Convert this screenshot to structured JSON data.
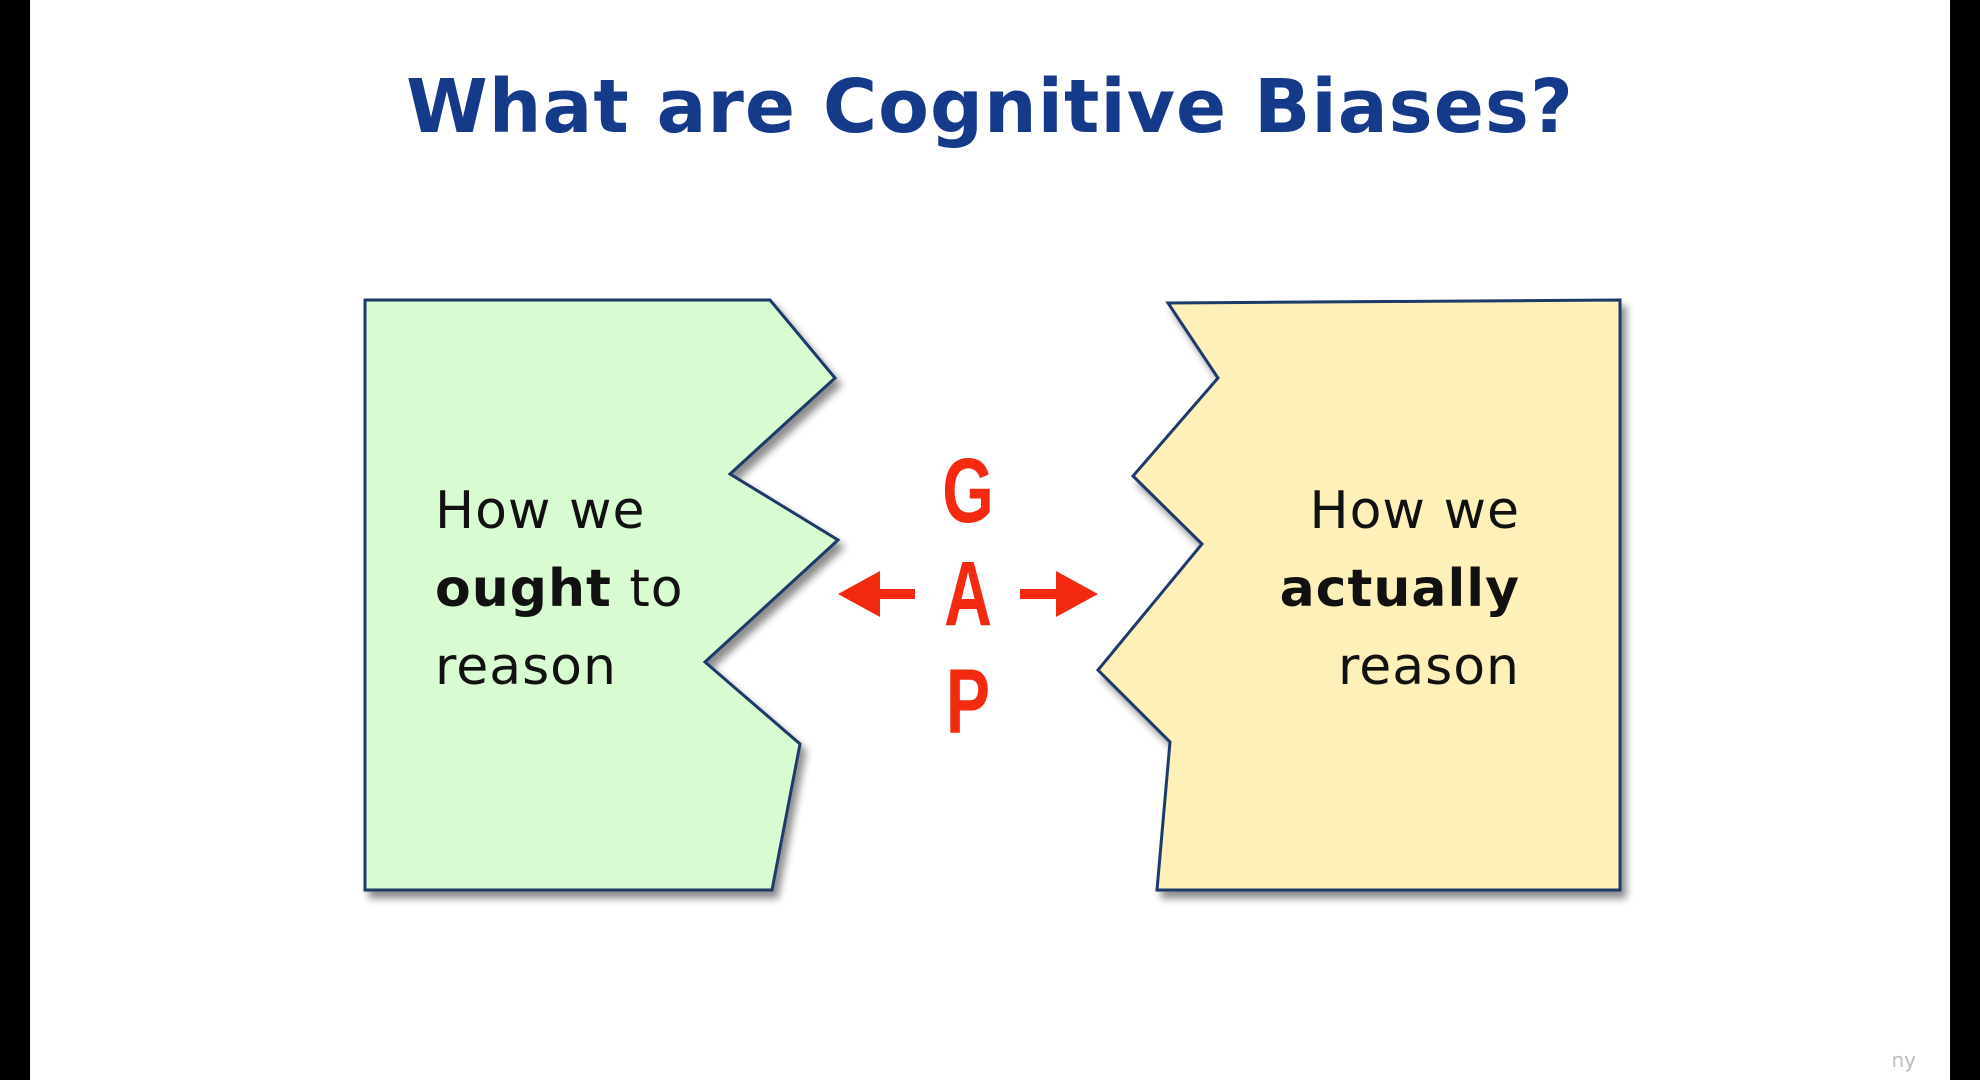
{
  "slide": {
    "title": "What are Cognitive Biases?",
    "watermark": "ny"
  },
  "diagram": {
    "left_box": {
      "line1": "How we",
      "line2_bold": "ought",
      "line2_rest": " to",
      "line3": "reason",
      "fill": "#d9fbd2"
    },
    "right_box": {
      "line1": "How we",
      "line2_bold": "actually",
      "line3": "reason",
      "fill": "#fdf0b8"
    },
    "gap_letters": [
      "G",
      "A",
      "P"
    ],
    "outline_color": "#1f3a68",
    "accent_color": "#f32a10"
  }
}
